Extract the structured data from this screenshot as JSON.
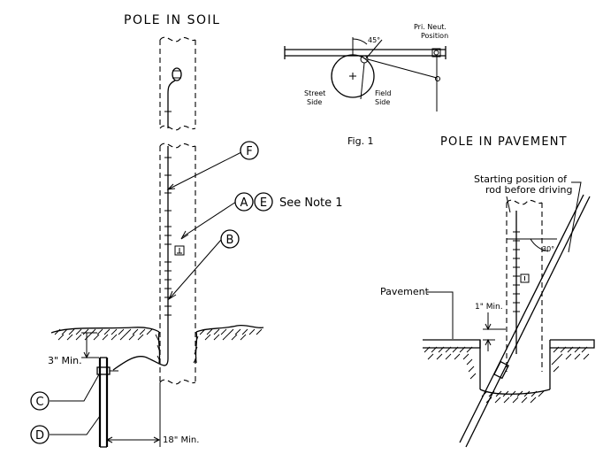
{
  "titles": {
    "pole_in_soil": "POLE IN SOIL",
    "pole_in_pavement": "POLE IN PAVEMENT"
  },
  "fig1": {
    "angle": "45°",
    "pri_neut_line1": "Pri. Neut.",
    "pri_neut_line2": "Position",
    "street_line1": "Street",
    "street_line2": "Side",
    "field_line1": "Field",
    "field_line2": "Side",
    "caption": "Fig. 1"
  },
  "soil": {
    "callout_f": "F",
    "callout_a": "A",
    "callout_e": "E",
    "see_note": "See Note 1",
    "callout_b": "B",
    "callout_c": "C",
    "callout_d": "D",
    "dim_3in": "3\" Min.",
    "dim_18in": "18\" Min."
  },
  "pavement": {
    "start_line1": "Starting position of",
    "start_line2": "rod before driving",
    "angle": "30°",
    "pavement_label": "Pavement",
    "dim_1in": "1\" Min."
  }
}
